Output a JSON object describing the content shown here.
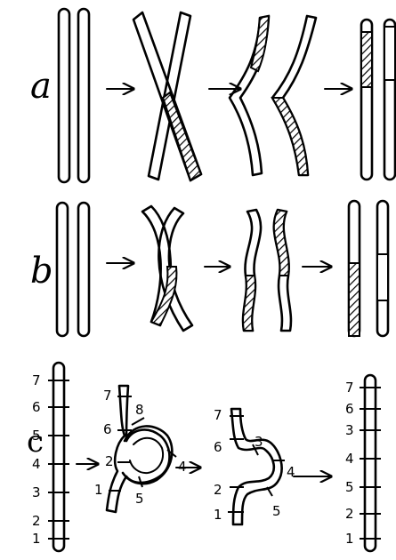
{
  "row_labels": {
    "a": "a",
    "b": "b",
    "c": "c"
  },
  "arrow_glyph": "→",
  "c_stage1_labels": [
    "7",
    "6",
    "5",
    "4",
    "3",
    "2",
    "1"
  ],
  "c_stage2_labels": [
    "7",
    "6",
    "8",
    "4",
    "2",
    "1",
    "5"
  ],
  "c_stage3_labels": [
    "7",
    "6",
    "3",
    "4",
    "2",
    "5",
    "1"
  ],
  "c_stage4_labels": [
    "7",
    "6",
    "3",
    "4",
    "5",
    "2",
    "1"
  ]
}
